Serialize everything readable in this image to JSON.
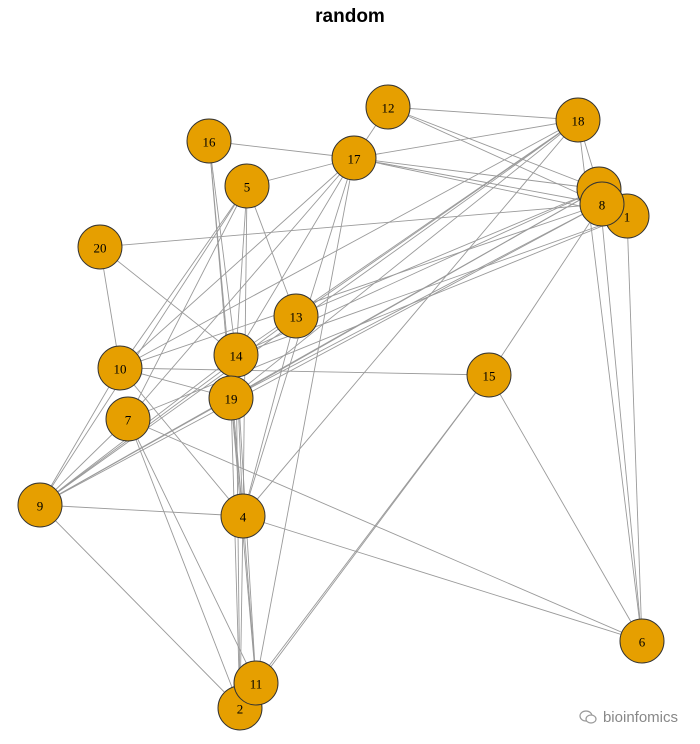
{
  "title": "random",
  "watermark": "bioinfomics",
  "colors": {
    "node_fill": "#e69f00",
    "node_border": "#333333",
    "edge": "#9a9a9a"
  },
  "nodes": [
    "1",
    "2",
    "3",
    "4",
    "5",
    "6",
    "7",
    "8",
    "9",
    "10",
    "11",
    "12",
    "13",
    "14",
    "15",
    "16",
    "17",
    "18",
    "19",
    "20"
  ],
  "edges": [
    [
      "12",
      "18"
    ],
    [
      "12",
      "17"
    ],
    [
      "12",
      "3"
    ],
    [
      "12",
      "8"
    ],
    [
      "16",
      "17"
    ],
    [
      "16",
      "14"
    ],
    [
      "16",
      "19"
    ],
    [
      "16",
      "4"
    ],
    [
      "17",
      "5"
    ],
    [
      "17",
      "3"
    ],
    [
      "17",
      "8"
    ],
    [
      "17",
      "1"
    ],
    [
      "17",
      "18"
    ],
    [
      "17",
      "10"
    ],
    [
      "17",
      "7"
    ],
    [
      "17",
      "4"
    ],
    [
      "17",
      "11"
    ],
    [
      "17",
      "14"
    ],
    [
      "18",
      "3"
    ],
    [
      "18",
      "6"
    ],
    [
      "18",
      "10"
    ],
    [
      "18",
      "14"
    ],
    [
      "18",
      "19"
    ],
    [
      "18",
      "4"
    ],
    [
      "18",
      "9"
    ],
    [
      "18",
      "13"
    ],
    [
      "5",
      "10"
    ],
    [
      "5",
      "14"
    ],
    [
      "5",
      "13"
    ],
    [
      "5",
      "9"
    ],
    [
      "5",
      "4"
    ],
    [
      "5",
      "7"
    ],
    [
      "3",
      "6"
    ],
    [
      "3",
      "9"
    ],
    [
      "3",
      "19"
    ],
    [
      "3",
      "14"
    ],
    [
      "3",
      "13"
    ],
    [
      "8",
      "20"
    ],
    [
      "8",
      "10"
    ],
    [
      "8",
      "19"
    ],
    [
      "8",
      "9"
    ],
    [
      "8",
      "15"
    ],
    [
      "8",
      "1"
    ],
    [
      "1",
      "6"
    ],
    [
      "1",
      "14"
    ],
    [
      "1",
      "7"
    ],
    [
      "20",
      "10"
    ],
    [
      "20",
      "14"
    ],
    [
      "13",
      "9"
    ],
    [
      "13",
      "4"
    ],
    [
      "14",
      "9"
    ],
    [
      "14",
      "19"
    ],
    [
      "14",
      "4"
    ],
    [
      "14",
      "11"
    ],
    [
      "14",
      "2"
    ],
    [
      "10",
      "15"
    ],
    [
      "10",
      "19"
    ],
    [
      "10",
      "4"
    ],
    [
      "10",
      "9"
    ],
    [
      "19",
      "11"
    ],
    [
      "19",
      "2"
    ],
    [
      "19",
      "4"
    ],
    [
      "19",
      "9"
    ],
    [
      "7",
      "9"
    ],
    [
      "7",
      "11"
    ],
    [
      "7",
      "2"
    ],
    [
      "7",
      "6"
    ],
    [
      "9",
      "4"
    ],
    [
      "9",
      "2"
    ],
    [
      "4",
      "6"
    ],
    [
      "4",
      "11"
    ],
    [
      "4",
      "2"
    ],
    [
      "15",
      "6"
    ],
    [
      "15",
      "11"
    ],
    [
      "15",
      "2"
    ]
  ]
}
